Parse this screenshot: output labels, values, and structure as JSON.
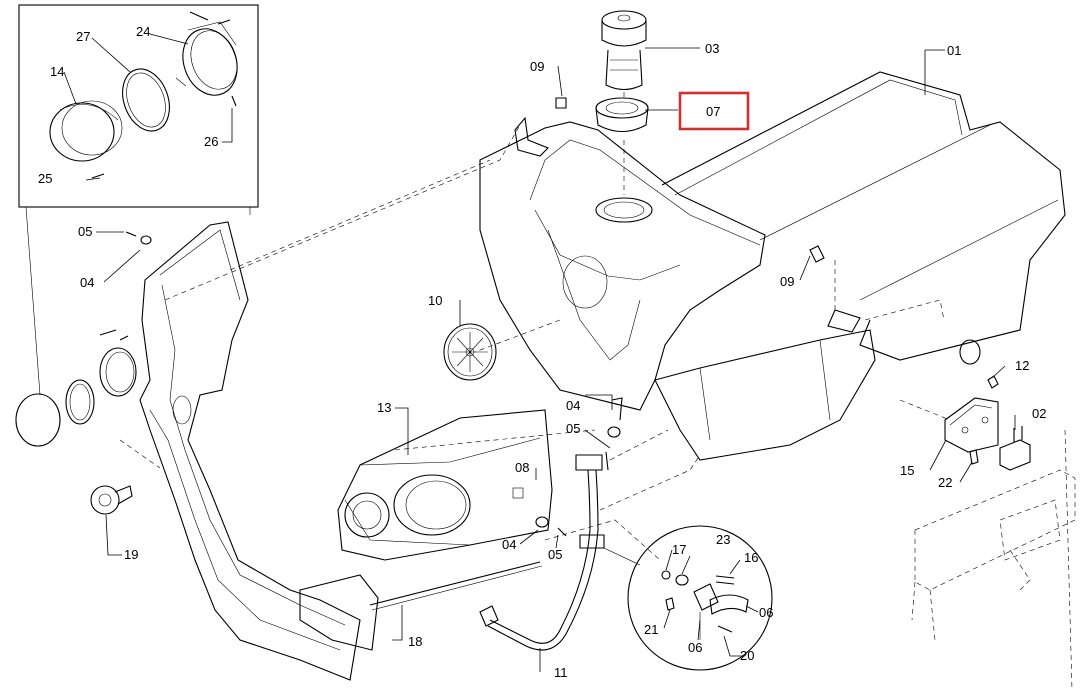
{
  "diagram": {
    "callouts": [
      {
        "id": "c01",
        "text": "01"
      },
      {
        "id": "c02",
        "text": "02"
      },
      {
        "id": "c03",
        "text": "03"
      },
      {
        "id": "c04a",
        "text": "04"
      },
      {
        "id": "c04b",
        "text": "04"
      },
      {
        "id": "c04c",
        "text": "04"
      },
      {
        "id": "c05a",
        "text": "05"
      },
      {
        "id": "c05b",
        "text": "05"
      },
      {
        "id": "c05c",
        "text": "05"
      },
      {
        "id": "c06a",
        "text": "06"
      },
      {
        "id": "c06b",
        "text": "06"
      },
      {
        "id": "c07",
        "text": "07"
      },
      {
        "id": "c08",
        "text": "08"
      },
      {
        "id": "c09a",
        "text": "09"
      },
      {
        "id": "c09b",
        "text": "09"
      },
      {
        "id": "c10",
        "text": "10"
      },
      {
        "id": "c11",
        "text": "11"
      },
      {
        "id": "c12",
        "text": "12"
      },
      {
        "id": "c13",
        "text": "13"
      },
      {
        "id": "c14",
        "text": "14"
      },
      {
        "id": "c15",
        "text": "15"
      },
      {
        "id": "c16",
        "text": "16"
      },
      {
        "id": "c17",
        "text": "17"
      },
      {
        "id": "c18",
        "text": "18"
      },
      {
        "id": "c19",
        "text": "19"
      },
      {
        "id": "c20",
        "text": "20"
      },
      {
        "id": "c21",
        "text": "21"
      },
      {
        "id": "c22",
        "text": "22"
      },
      {
        "id": "c23",
        "text": "23"
      },
      {
        "id": "c24",
        "text": "24"
      },
      {
        "id": "c25",
        "text": "25"
      },
      {
        "id": "c26",
        "text": "26"
      },
      {
        "id": "c27",
        "text": "27"
      }
    ],
    "highlighted_callout": "07",
    "highlight_color": "#d32f2f",
    "line_color": "#000000",
    "background": "#ffffff"
  }
}
